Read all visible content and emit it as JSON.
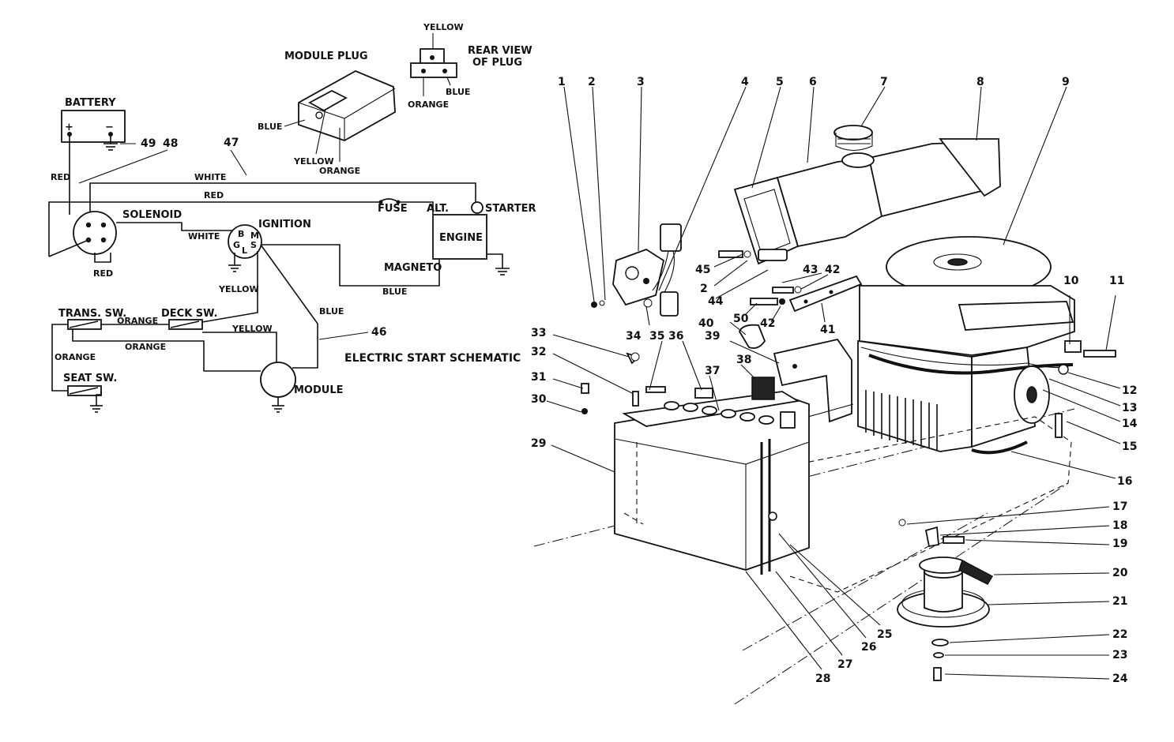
{
  "schematic": {
    "title": "ELECTRIC START SCHEMATIC",
    "components": {
      "battery": "BATTERY",
      "battery_plus": "+",
      "battery_minus": "−",
      "solenoid": "SOLENOID",
      "ignition": "IGNITION",
      "fuse": "FUSE",
      "alt": "ALT.",
      "starter": "STARTER",
      "engine": "ENGINE",
      "magneto": "MAGNETO",
      "trans_sw": "TRANS. SW.",
      "deck_sw": "DECK SW.",
      "seat_sw": "SEAT SW.",
      "module": "MODULE",
      "module_plug": "MODULE PLUG",
      "rear_view": "REAR VIEW",
      "of_plug": "OF PLUG"
    },
    "ignition_terminals": {
      "b": "B",
      "g": "G",
      "l": "L",
      "m": "M",
      "s": "S"
    },
    "wires": {
      "red": "RED",
      "white": "WHITE",
      "yellow": "YELLOW",
      "blue": "BLUE",
      "orange": "ORANGE"
    },
    "callouts": {
      "n47": "47",
      "n48": "48",
      "n49": "49",
      "n46": "46"
    }
  },
  "parts": {
    "p1": "1",
    "p2": "2",
    "p3": "3",
    "p4": "4",
    "p5": "5",
    "p6": "6",
    "p7": "7",
    "p8": "8",
    "p9": "9",
    "p10": "10",
    "p11": "11",
    "p12": "12",
    "p13": "13",
    "p14": "14",
    "p15": "15",
    "p16": "16",
    "p17": "17",
    "p18": "18",
    "p19": "19",
    "p20": "20",
    "p21": "21",
    "p22": "22",
    "p23": "23",
    "p24": "24",
    "p25": "25",
    "p26": "26",
    "p27": "27",
    "p28": "28",
    "p29": "29",
    "p30": "30",
    "p31": "31",
    "p32": "32",
    "p33": "33",
    "p34": "34",
    "p35": "35",
    "p36": "36",
    "p37": "37",
    "p38": "38",
    "p39": "39",
    "p40": "40",
    "p41": "41",
    "p42": "42",
    "p42b": "42",
    "p43": "43",
    "p44": "44",
    "p45": "45",
    "p2b": "2",
    "p50": "50"
  }
}
